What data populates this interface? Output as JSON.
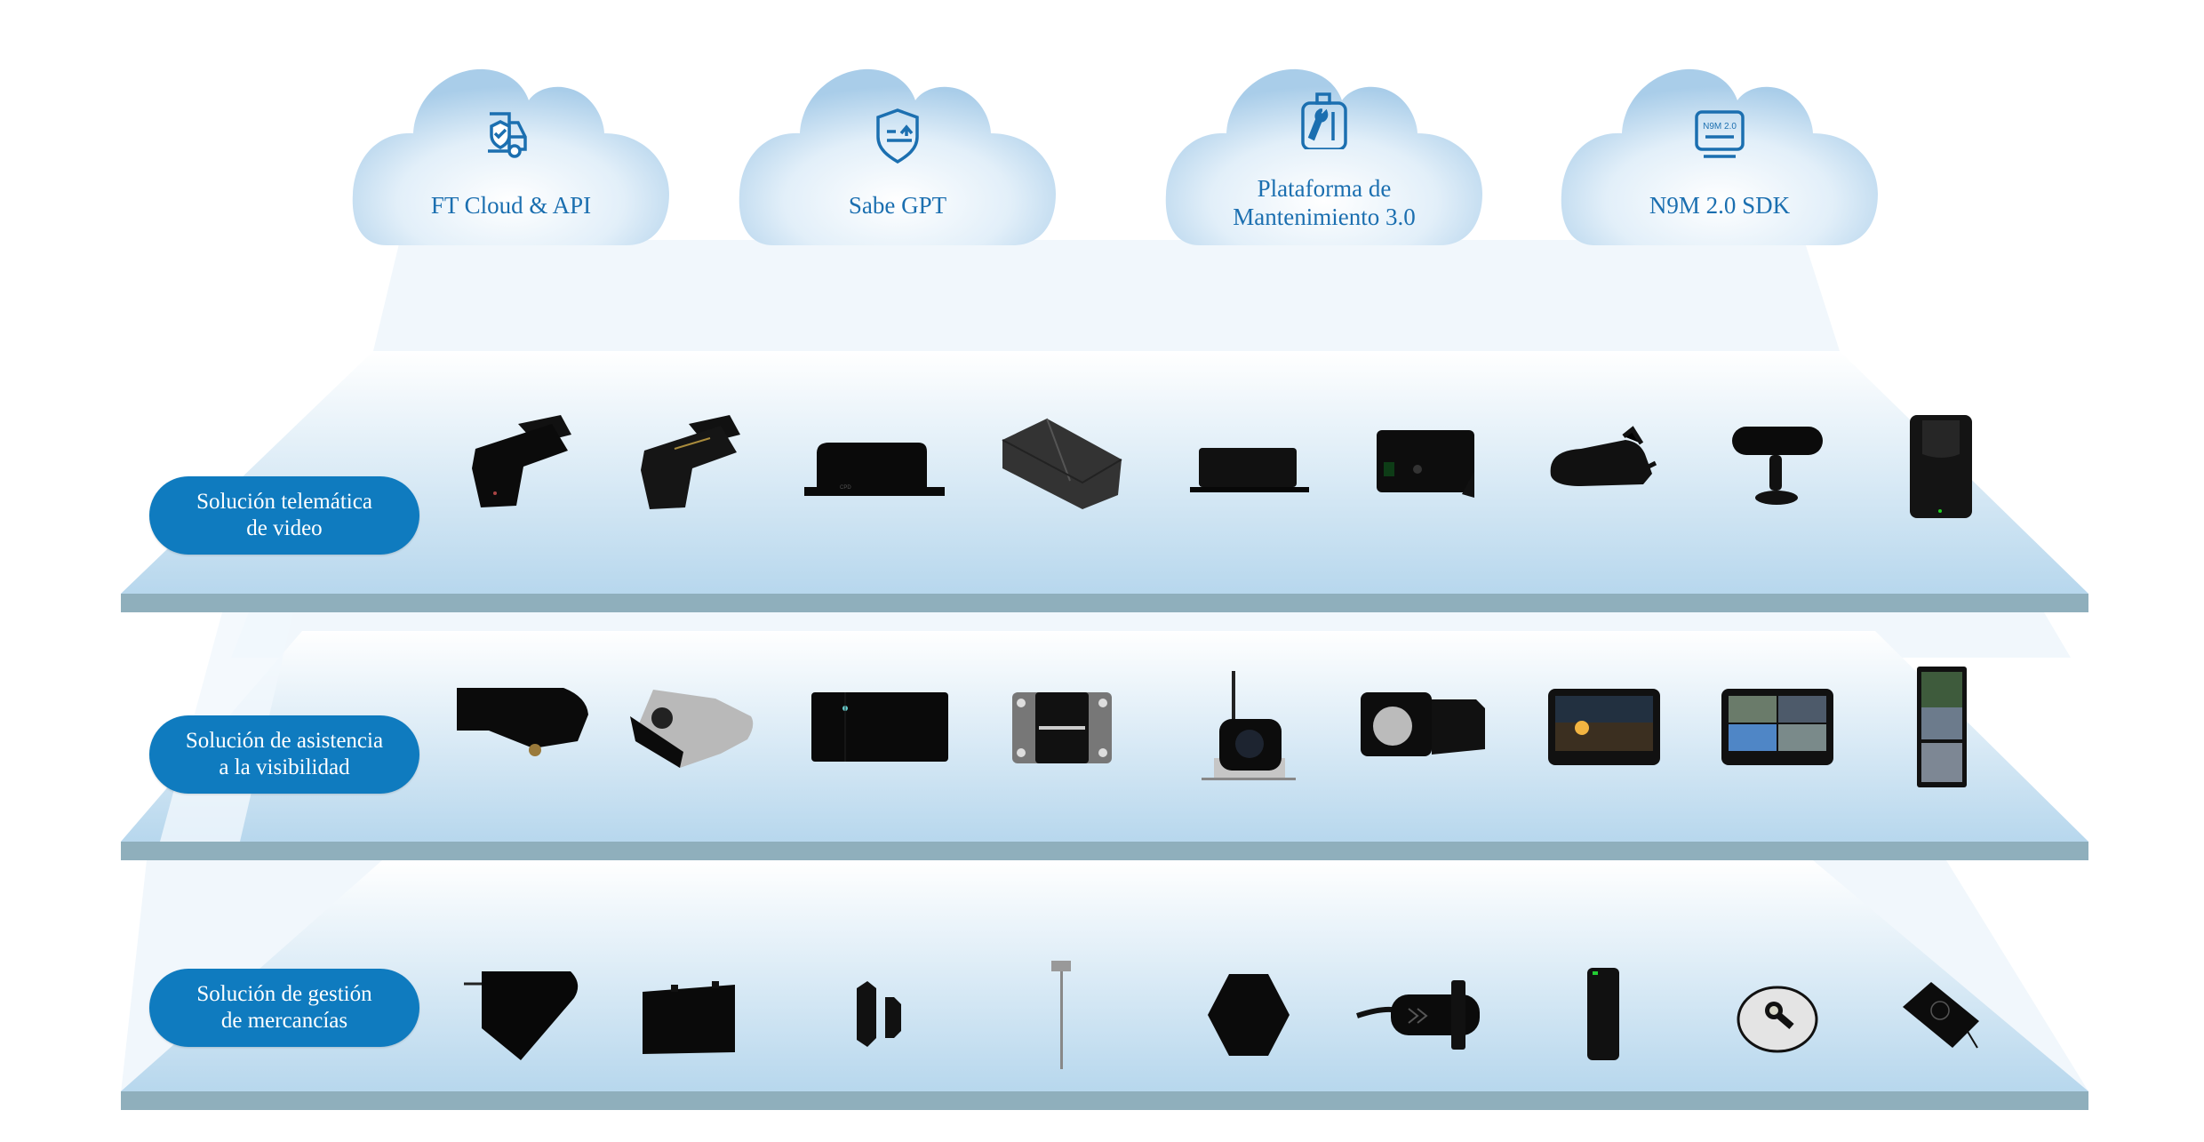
{
  "clouds": [
    {
      "name": "ft-cloud-api",
      "icon": "truck-shield-icon",
      "lines": [
        "FT Cloud & API"
      ]
    },
    {
      "name": "sabe-gpt",
      "icon": "shield-upload-icon",
      "lines": [
        "Sabe GPT"
      ]
    },
    {
      "name": "plataforma-mantenimiento",
      "icon": "maintenance-tool-icon",
      "lines": [
        "Plataforma de",
        "Mantenimiento 3.0"
      ]
    },
    {
      "name": "n9m-sdk",
      "icon": "monitor-sdk-icon",
      "icon_text": "N9M 2.0",
      "lines": [
        "N9M 2.0 SDK"
      ]
    }
  ],
  "tiers": [
    {
      "label": [
        "Solución telemática",
        "de video"
      ],
      "products": [
        "dashcam-ai-icon",
        "dashcam-dual-icon",
        "mobile-dvr-box-icon",
        "carbon-dvr-icon",
        "mini-dvr-icon",
        "hd-mdvr-icon",
        "dsm-camera-icon",
        "driver-monitor-camera-icon",
        "body-camera-icon"
      ]
    },
    {
      "label": [
        "Solución de asistencia",
        "a la visibilidad"
      ],
      "products": [
        "side-camera-icon",
        "silver-side-camera-icon",
        "radar-module-icon",
        "backup-camera-icon",
        "wireless-camera-icon",
        "bsd-camera-icon",
        "monitor-single-icon",
        "monitor-quad-icon",
        "mirror-display-icon"
      ]
    },
    {
      "label": [
        "Solución de gestión",
        "de mercancías"
      ],
      "products": [
        "load-sensor-icon",
        "cargo-box-icon",
        "door-sensor-icon",
        "fuel-probe-icon",
        "hex-tracker-icon",
        "temperature-sensor-icon",
        "handheld-reader-icon",
        "ibutton-reader-icon",
        "rfid-reader-icon"
      ]
    }
  ],
  "colors": {
    "accent": "#0f7bbf",
    "cloud_text": "#1b6fb0",
    "shelf_edge": "#8fafbc",
    "shelf_top": "#b9d9ee",
    "beam": "#f1f7fc"
  }
}
